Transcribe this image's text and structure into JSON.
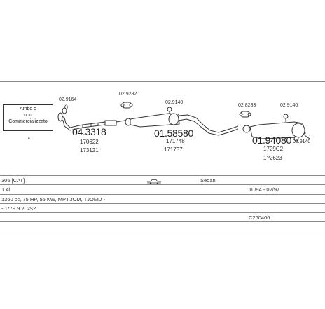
{
  "note": {
    "line1": "Ambo o",
    "line2": "non",
    "line3": "Commercializzato"
  },
  "parts": {
    "p1": {
      "code": "04.3318",
      "ref1": "170622",
      "ref2": "173121",
      "clamp": "02.9164",
      "clamp_num": "0"
    },
    "p2": {
      "clamp": "02.9282"
    },
    "p3": {
      "code": "01.58580",
      "ref1": "171748",
      "ref2": "171737",
      "clamp": "02.9140"
    },
    "p4": {
      "code": "01.94080",
      "ref1": "1729C2",
      "ref2": "1?2623",
      "clamp": "02.8283",
      "clamp2": "02.9140",
      "clamp3": "02.9140"
    }
  },
  "info": {
    "model": "306 [CAT]",
    "body": "Sedan",
    "engine": "1.4i",
    "years": "10/94 - 02/97",
    "spec": "1360 cc, 75 HP, 55 KW, MPT.JOM, TJOMD -",
    "extra": "- 1*79 9 2C/S2",
    "catalog": "C260406"
  },
  "icons": {
    "car": "car-sedan-icon"
  }
}
